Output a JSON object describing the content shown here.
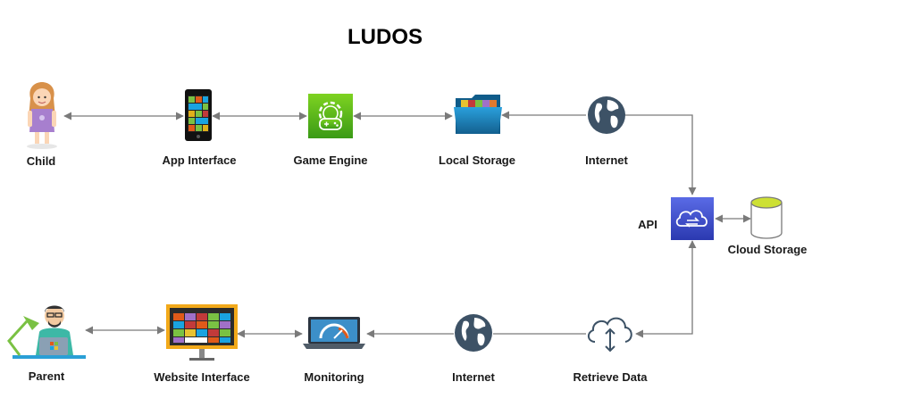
{
  "title": "LUDOS",
  "nodes": {
    "child": "Child",
    "app_interface": "App Interface",
    "game_engine": "Game Engine",
    "local_storage": "Local Storage",
    "internet_top": "Internet",
    "api": "API",
    "cloud_storage": "Cloud Storage",
    "parent": "Parent",
    "website_interface": "Website Interface",
    "monitoring": "Monitoring",
    "internet_bottom": "Internet",
    "retrieve_data": "Retrieve Data"
  },
  "icons": {
    "child": "child-avatar-icon",
    "app_interface": "smartphone-icon",
    "game_engine": "game-engine-gear-controller-icon",
    "local_storage": "folder-icon",
    "internet": "globe-icon",
    "api": "cloud-sync-icon",
    "cloud_storage": "database-cylinder-icon",
    "parent": "parent-at-desk-icon",
    "website_interface": "monitor-icon",
    "monitoring": "laptop-gauge-icon",
    "retrieve_data": "cloud-upload-download-icon"
  },
  "colors": {
    "edge": "#7a7a7a",
    "game_engine": "#4caa1e",
    "api": "#3f51cc",
    "globe": "#3d5266",
    "folder": "#1d7fb8"
  }
}
